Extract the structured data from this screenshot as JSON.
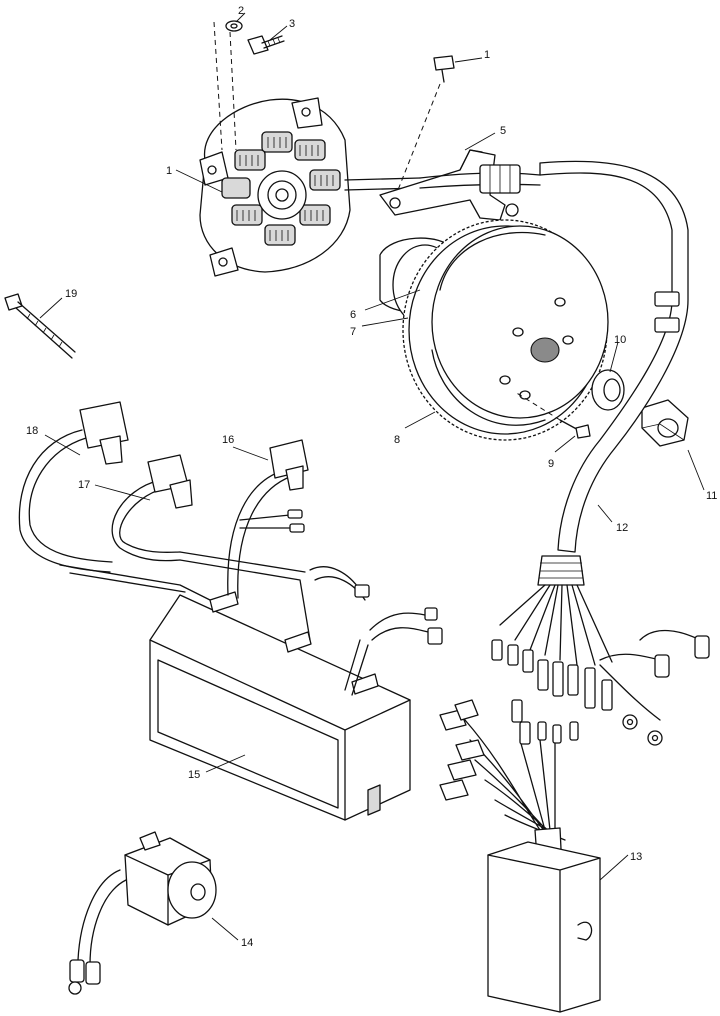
{
  "callouts": {
    "c1a": "1",
    "c1b": "1",
    "c2": "2",
    "c3": "3",
    "c5": "5",
    "c6": "6",
    "c7": "7",
    "c8": "8",
    "c9": "9",
    "c10": "10",
    "c11": "11",
    "c12": "12",
    "c13": "13",
    "c14": "14",
    "c15": "15",
    "c16": "16",
    "c17": "17",
    "c18": "18",
    "c19": "19"
  },
  "icons": {
    "stator": "stator-assembly-icon",
    "flywheel": "flywheel-icon",
    "cdi_box": "cdi-box-icon",
    "regulator": "voltage-regulator-icon",
    "coil": "coil-icon"
  }
}
